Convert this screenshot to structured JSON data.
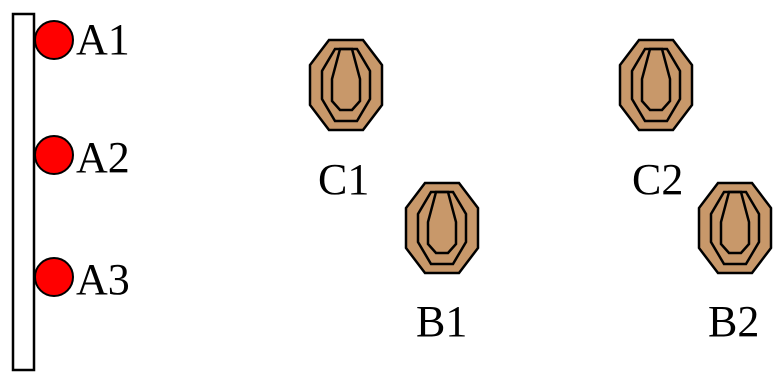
{
  "diagram": {
    "colors": {
      "background": "#ffffff",
      "stroke": "#000000",
      "marker_fill": "#ff0000",
      "target_fill": "#c8986a"
    },
    "pole": {
      "icon": "vertical-bar"
    },
    "markers": [
      {
        "id": "a1",
        "label": "A1"
      },
      {
        "id": "a2",
        "label": "A2"
      },
      {
        "id": "a3",
        "label": "A3"
      }
    ],
    "targets": [
      {
        "id": "c1",
        "label": "C1",
        "icon": "octagon-target-icon"
      },
      {
        "id": "b1",
        "label": "B1",
        "icon": "octagon-target-icon"
      },
      {
        "id": "c2",
        "label": "C2",
        "icon": "octagon-target-icon"
      },
      {
        "id": "b2",
        "label": "B2",
        "icon": "octagon-target-icon"
      }
    ]
  }
}
